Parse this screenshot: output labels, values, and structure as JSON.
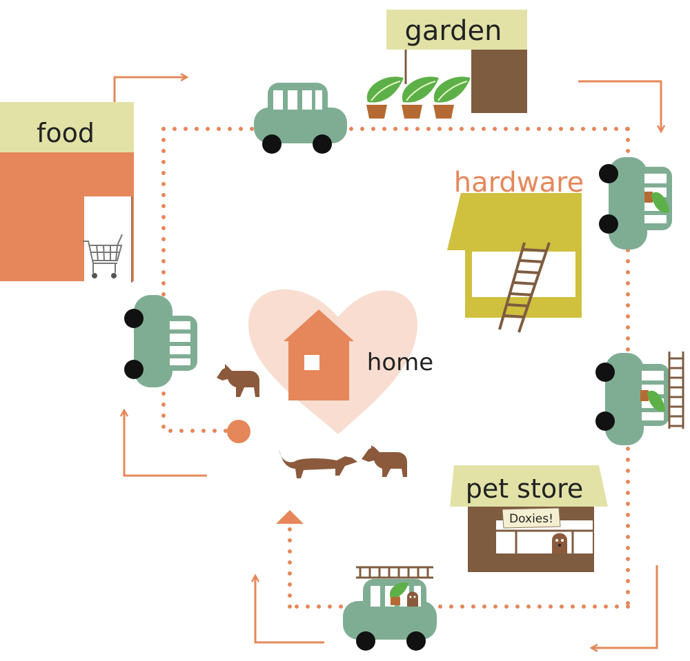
{
  "stores": {
    "food": "food",
    "garden": "garden",
    "hardware": "hardware",
    "home": "home",
    "pet_store": "pet store",
    "pet_sign": "Doxies!"
  },
  "colors": {
    "orange": "#E5875A",
    "label_bg": "#E2E2A7",
    "car": "#7FAD93",
    "wheel": "#111111",
    "brown": "#7E5C40",
    "hardware_yellow": "#CFC03E",
    "heart": "#F8DDD0",
    "leaf": "#5DB048",
    "pot": "#B56A33",
    "dog": "#8B5A3C"
  },
  "icons": [
    "shopping-cart-icon",
    "ladder-icon",
    "plant-icon",
    "dog-icon",
    "car-icon",
    "arrow-icon",
    "heart-icon",
    "house-icon"
  ]
}
